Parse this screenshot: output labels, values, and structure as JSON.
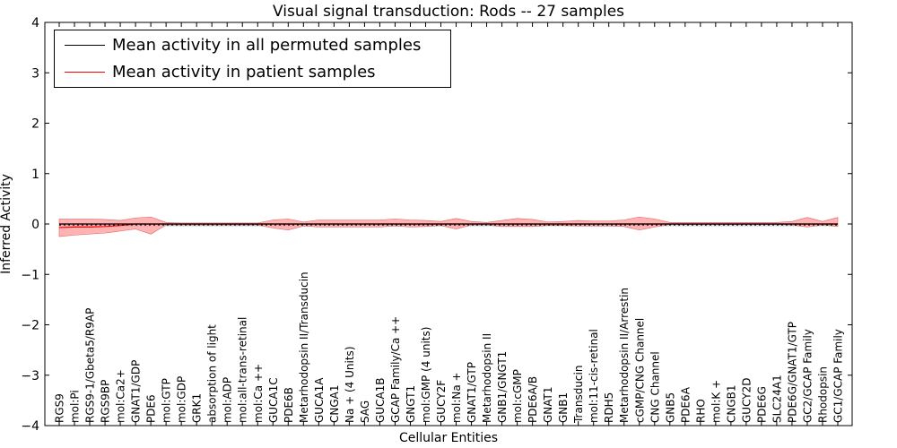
{
  "chart_data": {
    "type": "line",
    "title": "Visual signal transduction: Rods -- 27 samples",
    "xlabel": "Cellular Entities",
    "ylabel": "Inferred Activity",
    "ylim": [
      -4,
      4
    ],
    "yticks": [
      4,
      3,
      2,
      1,
      0,
      -1,
      -2,
      -3,
      -4
    ],
    "ytick_labels": [
      "4",
      "3",
      "2",
      "1",
      "0",
      "−1",
      "−2",
      "−3",
      "−4"
    ],
    "grid": false,
    "legend_position": "top-left",
    "categories": [
      "RGS9",
      "mol:Pi",
      "RGS9-1/Gbeta5/R9AP",
      "RGS9BP",
      "mol:Ca2+",
      "GNAT1/GDP",
      "PDE6",
      "mol:GTP",
      "mol:GDP",
      "GRK1",
      "absorption of light",
      "mol:ADP",
      "mol:all-trans-retinal",
      "mol:Ca ++",
      "GUCA1C",
      "PDE6B",
      "Metarhodopsin II/Transducin",
      "GUCA1A",
      "CNGA1",
      "Na + (4 Units)",
      "SAG",
      "GUCA1B",
      "GCAP Family/Ca ++",
      "GNGT1",
      "mol:GMP (4 units)",
      "GUCY2F",
      "mol:Na +",
      "GNAT1/GTP",
      "Metarhodopsin II",
      "GNB1/GNGT1",
      "mol:cGMP",
      "PDE6A/B",
      "GNAT1",
      "GNB1",
      "Transducin",
      "mol:11-cis-retinal",
      "RDH5",
      "Metarhodopsin II/Arrestin",
      "cGMP/CNG Channel",
      "CNG Channel",
      "GNB5",
      "PDE6A",
      "RHO",
      "mol:K +",
      "CNGB1",
      "GUCY2D",
      "PDE6G",
      "SLC24A1",
      "PDE6G/GNAT1/GTP",
      "GC2/GCAP Family",
      "Rhodopsin",
      "GC1/GCAP Family"
    ],
    "series": [
      {
        "name": "Mean activity in all permuted samples",
        "color": "#000000",
        "values": [
          0.0,
          0.0,
          0.0,
          0.0,
          0.0,
          0.0,
          0.0,
          0.0,
          0.0,
          0.0,
          0.0,
          0.0,
          0.0,
          0.0,
          0.0,
          0.0,
          0.0,
          0.0,
          0.0,
          0.0,
          0.0,
          0.0,
          0.0,
          0.0,
          0.0,
          0.0,
          0.0,
          0.0,
          0.0,
          0.0,
          0.0,
          0.0,
          0.0,
          0.0,
          0.0,
          0.0,
          0.0,
          0.0,
          0.0,
          0.0,
          0.0,
          0.0,
          0.0,
          0.0,
          0.0,
          0.0,
          0.0,
          0.0,
          0.0,
          0.0,
          0.0,
          0.0
        ]
      },
      {
        "name": "Mean activity in patient samples",
        "color": "#ff0000",
        "values": [
          -0.07,
          -0.06,
          -0.06,
          -0.05,
          -0.03,
          0.0,
          0.0,
          0.0,
          0.0,
          0.0,
          0.0,
          0.0,
          0.0,
          0.0,
          0.0,
          0.0,
          0.0,
          0.0,
          0.0,
          0.0,
          0.0,
          0.0,
          0.0,
          0.0,
          0.0,
          0.0,
          0.0,
          0.0,
          0.0,
          0.0,
          0.0,
          0.0,
          0.0,
          0.0,
          0.0,
          0.0,
          0.0,
          0.0,
          0.0,
          0.0,
          0.0,
          0.0,
          0.0,
          0.0,
          0.0,
          0.0,
          0.0,
          0.0,
          0.0,
          0.0,
          0.0,
          0.0
        ],
        "band_upper": [
          0.1,
          0.1,
          0.1,
          0.09,
          0.07,
          0.12,
          0.14,
          0.03,
          0.02,
          0.02,
          0.02,
          0.02,
          0.02,
          0.02,
          0.08,
          0.1,
          0.04,
          0.08,
          0.08,
          0.08,
          0.08,
          0.08,
          0.1,
          0.08,
          0.07,
          0.05,
          0.11,
          0.05,
          0.03,
          0.07,
          0.11,
          0.09,
          0.04,
          0.05,
          0.07,
          0.06,
          0.06,
          0.08,
          0.14,
          0.1,
          0.03,
          0.03,
          0.03,
          0.03,
          0.03,
          0.03,
          0.03,
          0.03,
          0.05,
          0.13,
          0.05,
          0.13
        ],
        "band_lower": [
          -0.25,
          -0.22,
          -0.2,
          -0.18,
          -0.14,
          -0.1,
          -0.2,
          -0.02,
          -0.02,
          -0.02,
          -0.02,
          -0.02,
          -0.02,
          -0.02,
          -0.08,
          -0.12,
          -0.04,
          -0.06,
          -0.06,
          -0.06,
          -0.06,
          -0.06,
          -0.04,
          -0.06,
          -0.05,
          -0.03,
          -0.1,
          -0.02,
          -0.02,
          -0.05,
          -0.05,
          -0.05,
          -0.03,
          -0.03,
          -0.04,
          -0.04,
          -0.04,
          -0.05,
          -0.12,
          -0.06,
          -0.01,
          -0.01,
          -0.01,
          -0.01,
          -0.01,
          -0.01,
          -0.01,
          -0.01,
          -0.02,
          -0.06,
          -0.02,
          -0.05
        ]
      }
    ],
    "permuted_band_upper": [
      0.02,
      0.02,
      0.02,
      0.02,
      0.02,
      0.02,
      0.02,
      0.02,
      0.02,
      0.02,
      0.02,
      0.02,
      0.02,
      0.02,
      0.02,
      0.02,
      0.02,
      0.02,
      0.02,
      0.02,
      0.02,
      0.02,
      0.02,
      0.02,
      0.02,
      0.02,
      0.02,
      0.02,
      0.02,
      0.02,
      0.02,
      0.02,
      0.02,
      0.02,
      0.02,
      0.02,
      0.02,
      0.02,
      0.02,
      0.02,
      0.02,
      0.02,
      0.02,
      0.02,
      0.02,
      0.02,
      0.02,
      0.02,
      0.02,
      0.02,
      0.02,
      0.02
    ],
    "permuted_band_lower": [
      -0.05,
      -0.05,
      -0.05,
      -0.05,
      -0.05,
      -0.05,
      -0.05,
      -0.05,
      -0.05,
      -0.05,
      -0.05,
      -0.05,
      -0.05,
      -0.05,
      -0.05,
      -0.05,
      -0.05,
      -0.05,
      -0.05,
      -0.05,
      -0.05,
      -0.05,
      -0.05,
      -0.05,
      -0.05,
      -0.05,
      -0.05,
      -0.05,
      -0.05,
      -0.05,
      -0.05,
      -0.05,
      -0.05,
      -0.05,
      -0.05,
      -0.05,
      -0.05,
      -0.05,
      -0.05,
      -0.05,
      -0.05,
      -0.05,
      -0.05,
      -0.05,
      -0.05,
      -0.05,
      -0.05,
      -0.05,
      -0.05,
      -0.05,
      -0.05,
      -0.05
    ],
    "colors": {
      "patient_band": "#ff9999",
      "permuted_band": "#c0d0e0",
      "permuted_line": "#000000",
      "patient_line": "#ff0000"
    }
  }
}
